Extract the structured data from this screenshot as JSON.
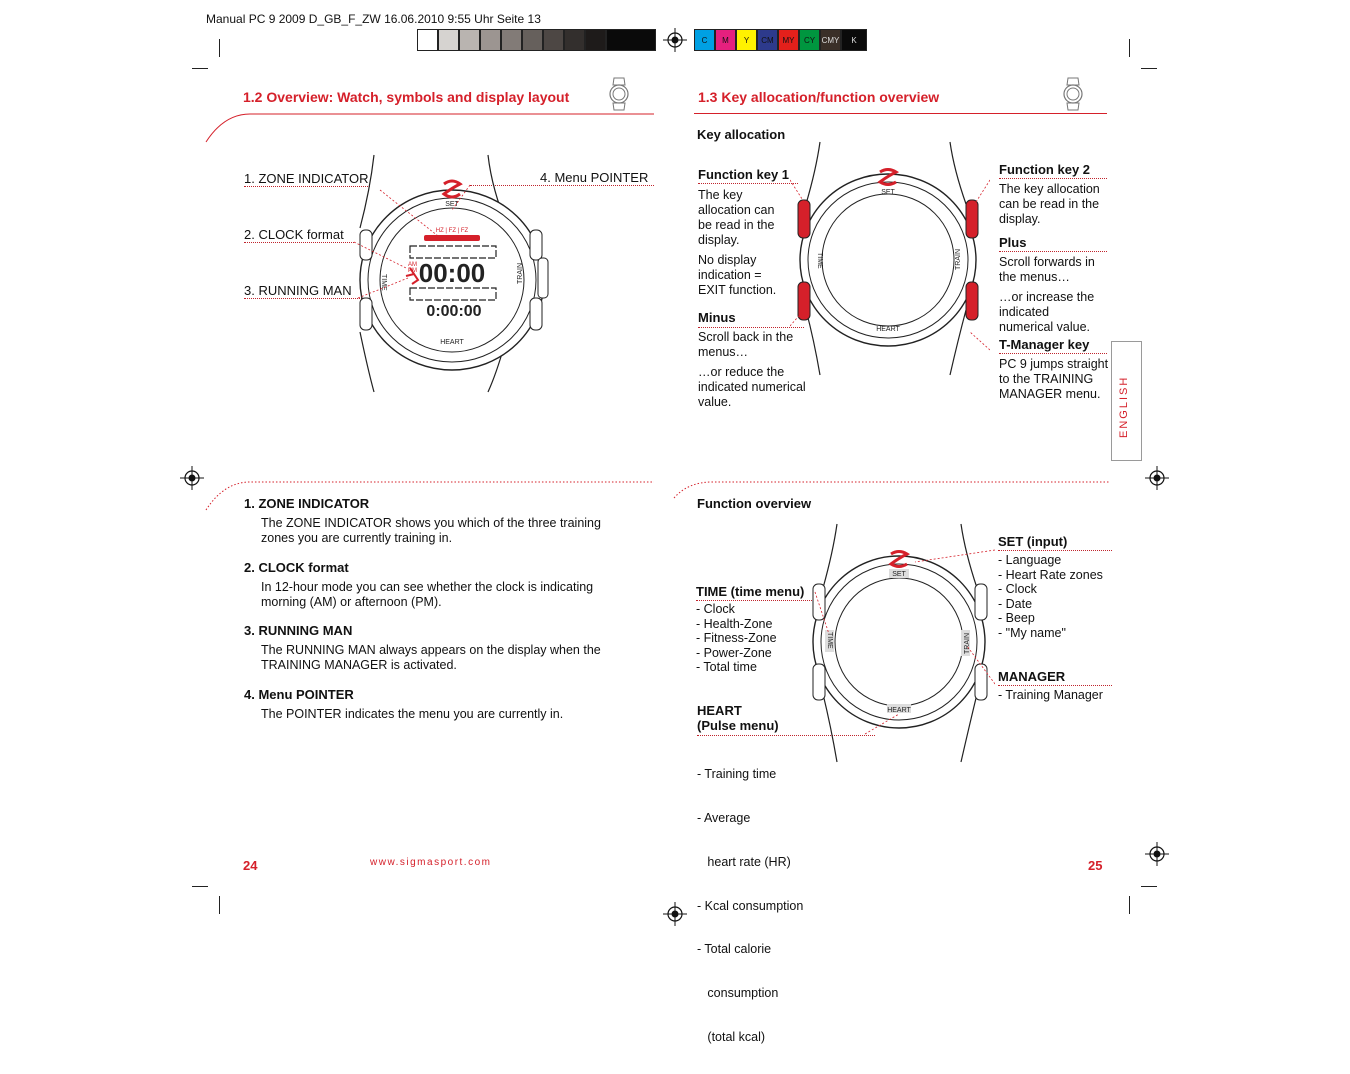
{
  "header": {
    "print_line": "Manual PC 9 2009 D_GB_F_ZW 16.06.2010 9:55 Uhr Seite 13",
    "color_bar": [
      "C",
      "M",
      "Y",
      "CM",
      "MY",
      "CY",
      "CMY",
      "K"
    ]
  },
  "left_page": {
    "title": "1.2 Overview: Watch, symbols and display layout",
    "callouts": {
      "zone": "1. ZONE INDICATOR",
      "clock": "2. CLOCK format",
      "running": "3. RUNNING MAN",
      "pointer": "4. Menu POINTER"
    },
    "watch_labels": {
      "set": "SET",
      "time": "TIME",
      "train": "TRAIN",
      "heart": "HEART",
      "zones": "HZ | FZ | FZ",
      "ampm": "AM\nPM",
      "big_time": "00:00",
      "small_time": "0:00:00"
    },
    "items": [
      {
        "heading": "1. ZONE INDICATOR",
        "text": "The ZONE INDICATOR shows you which of the three training zones you are currently training in."
      },
      {
        "heading": "2. CLOCK format",
        "text": "In 12-hour mode you can see whether the clock is indicating morning (AM) or afternoon (PM)."
      },
      {
        "heading": "3. RUNNING MAN",
        "text": "The RUNNING MAN always appears on the display when the TRAINING MANAGER is activated."
      },
      {
        "heading": "4. Menu POINTER",
        "text": "The POINTER indicates the menu you are currently in."
      }
    ],
    "page_number": "24",
    "url": "www.sigmasport.com"
  },
  "right_page": {
    "title": "1.3 Key allocation/function overview",
    "key_allocation_heading": "Key allocation",
    "fk1": {
      "heading": "Function key 1",
      "text1": "The key allocation can be read in the display.",
      "text2": "No display indication = EXIT function."
    },
    "minus": {
      "heading": "Minus",
      "text1": "Scroll back in the menus…",
      "text2": "…or reduce the indicated numerical value."
    },
    "fk2": {
      "heading": "Function key 2",
      "text1": "The key allocation can be read in the display."
    },
    "plus": {
      "heading": "Plus",
      "text1": "Scroll forwards in the menus…",
      "text2": "…or increase the indicated numerical value."
    },
    "tmanager": {
      "heading": "T-Manager key",
      "text1": "PC 9 jumps straight to the TRAINING MANAGER menu."
    },
    "function_overview_heading": "Function overview",
    "time_menu": {
      "heading": "TIME (time menu)",
      "items": [
        "- Clock",
        "- Health-Zone",
        "- Fitness-Zone",
        "- Power-Zone",
        "- Total time"
      ]
    },
    "heart_menu": {
      "heading": "HEART",
      "heading2": "(Pulse menu)",
      "items": [
        "- Training time",
        "- Average",
        "   heart rate (HR)",
        "- Kcal consumption",
        "- Total calorie",
        "   consumption",
        "   (total kcal)"
      ]
    },
    "set_menu": {
      "heading": "SET (input)",
      "items": [
        "- Language",
        "- Heart Rate zones",
        "- Clock",
        "- Date",
        "- Beep",
        "- \"My name\""
      ]
    },
    "manager_menu": {
      "heading": "MANAGER",
      "items": [
        "- Training Manager"
      ]
    },
    "side_tab": "ENGLISH",
    "page_number": "25"
  },
  "colors": {
    "accent": "#d5202a",
    "text": "#111111"
  }
}
